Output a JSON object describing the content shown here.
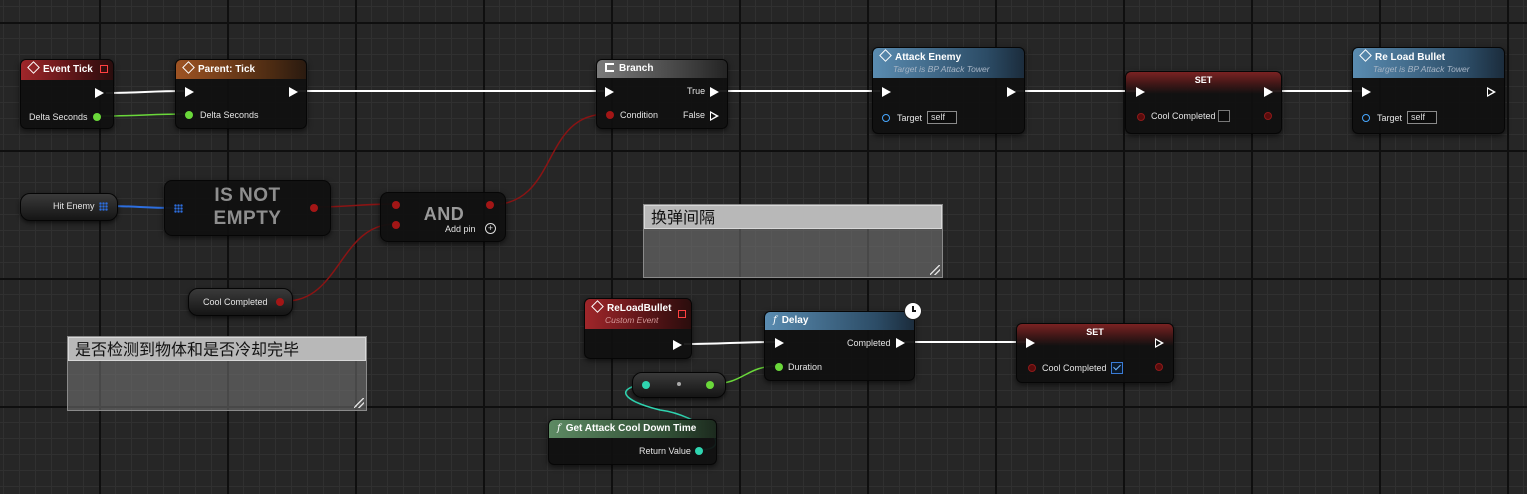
{
  "nodes": {
    "event_tick": {
      "title": "Event Tick",
      "delta_label": "Delta Seconds"
    },
    "parent_tick": {
      "title": "Parent: Tick",
      "delta_label": "Delta Seconds"
    },
    "hit_enemy": {
      "label": "Hit Enemy"
    },
    "is_not_empty": {
      "line1": "IS NOT",
      "line2": "EMPTY"
    },
    "and": {
      "title": "AND",
      "add_pin": "Add pin"
    },
    "cool_completed_get": {
      "label": "Cool Completed"
    },
    "branch": {
      "title": "Branch",
      "condition": "Condition",
      "true_label": "True",
      "false_label": "False"
    },
    "attack_enemy": {
      "title": "Attack Enemy",
      "subtitle": "Target is BP Attack Tower",
      "target_label": "Target",
      "target_value": "self"
    },
    "set_top": {
      "title": "SET",
      "var_label": "Cool Completed",
      "checked": false
    },
    "reload_bullet_call": {
      "title": "Re Load Bullet",
      "subtitle": "Target is BP Attack Tower",
      "target_label": "Target",
      "target_value": "self"
    },
    "reload_bullet_event": {
      "title": "ReLoadBullet",
      "subtitle": "Custom Event"
    },
    "delay": {
      "title": "Delay",
      "completed": "Completed",
      "duration": "Duration"
    },
    "set_bottom": {
      "title": "SET",
      "var_label": "Cool Completed",
      "checked": true
    },
    "get_cooldown": {
      "title": "Get Attack Cool Down Time",
      "return_label": "Return Value"
    }
  },
  "comments": [
    {
      "text": "换弹间隔"
    },
    {
      "text": "是否检测到物体和是否冷却完毕"
    }
  ],
  "colors": {
    "exec_wire": "#ffffff",
    "float_wire": "#6ad83a",
    "bool_wire": "#8a1414",
    "array_wire": "#2d6fe0",
    "teal_wire": "#2fd4b0",
    "grid_bg": "#262626"
  }
}
